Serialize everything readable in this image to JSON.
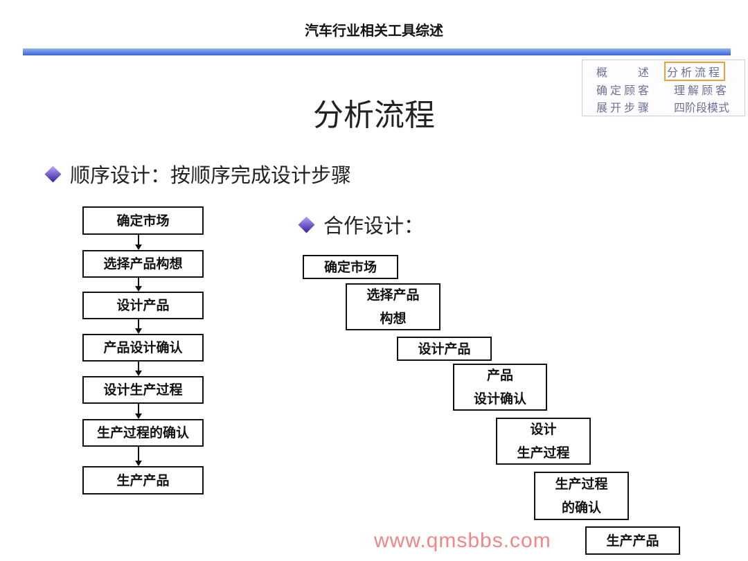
{
  "doc_title": "汽车行业相关工具综述",
  "nav": {
    "items": [
      "概　　述",
      "分析流程",
      "确定顾客",
      "理解顾客",
      "展开步骤",
      "四阶段模式"
    ],
    "active": "分析流程"
  },
  "heading": "分析流程",
  "sequential": {
    "label": "顺序设计：按顺序完成设计步骤",
    "steps": [
      "确定市场",
      "选择产品构想",
      "设计产品",
      "产品设计确认",
      "设计生产过程",
      "生产过程的确认",
      "生产产品"
    ]
  },
  "concurrent": {
    "label": "合作设计：",
    "steps": [
      "确定市场",
      "选择产品\n构想",
      "设计产品",
      "产品\n设计确认",
      "设计\n生产过程",
      "生产过程\n的确认",
      "生产产品"
    ]
  },
  "watermark": "www.qmsbbs.com"
}
